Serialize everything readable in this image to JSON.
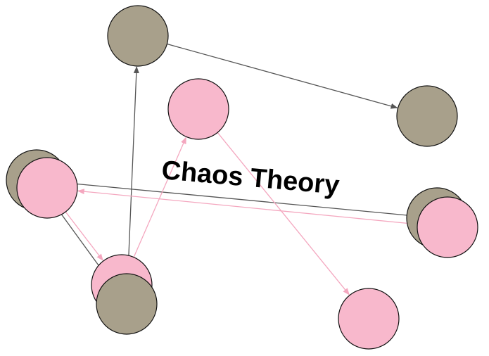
{
  "title": "Chaos Theory",
  "colors": {
    "gray_node": "#a8a08b",
    "pink_node": "#f8b8cc",
    "gray_edge": "#555555",
    "pink_edge": "#f4a7bf",
    "stroke": "#111111"
  },
  "nodes": [
    {
      "id": "g1",
      "group": "gray"
    },
    {
      "id": "g2",
      "group": "gray"
    },
    {
      "id": "g3",
      "group": "gray"
    },
    {
      "id": "g4",
      "group": "gray"
    },
    {
      "id": "g5",
      "group": "gray"
    },
    {
      "id": "p1",
      "group": "pink"
    },
    {
      "id": "p2",
      "group": "pink"
    },
    {
      "id": "p3",
      "group": "pink"
    },
    {
      "id": "p4",
      "group": "pink"
    },
    {
      "id": "p5",
      "group": "pink"
    }
  ],
  "edges": [
    {
      "from": "g1",
      "to": "g2",
      "group": "gray"
    },
    {
      "from": "g4",
      "to": "g3",
      "group": "gray"
    },
    {
      "from": "g5",
      "to": "g1",
      "group": "gray"
    },
    {
      "from": "g3",
      "to": "g5",
      "group": "gray"
    },
    {
      "from": "p1",
      "to": "p5",
      "group": "pink"
    },
    {
      "from": "p4",
      "to": "p2",
      "group": "pink"
    },
    {
      "from": "p2",
      "to": "p3",
      "group": "pink"
    },
    {
      "from": "p3",
      "to": "p1",
      "group": "pink"
    }
  ]
}
